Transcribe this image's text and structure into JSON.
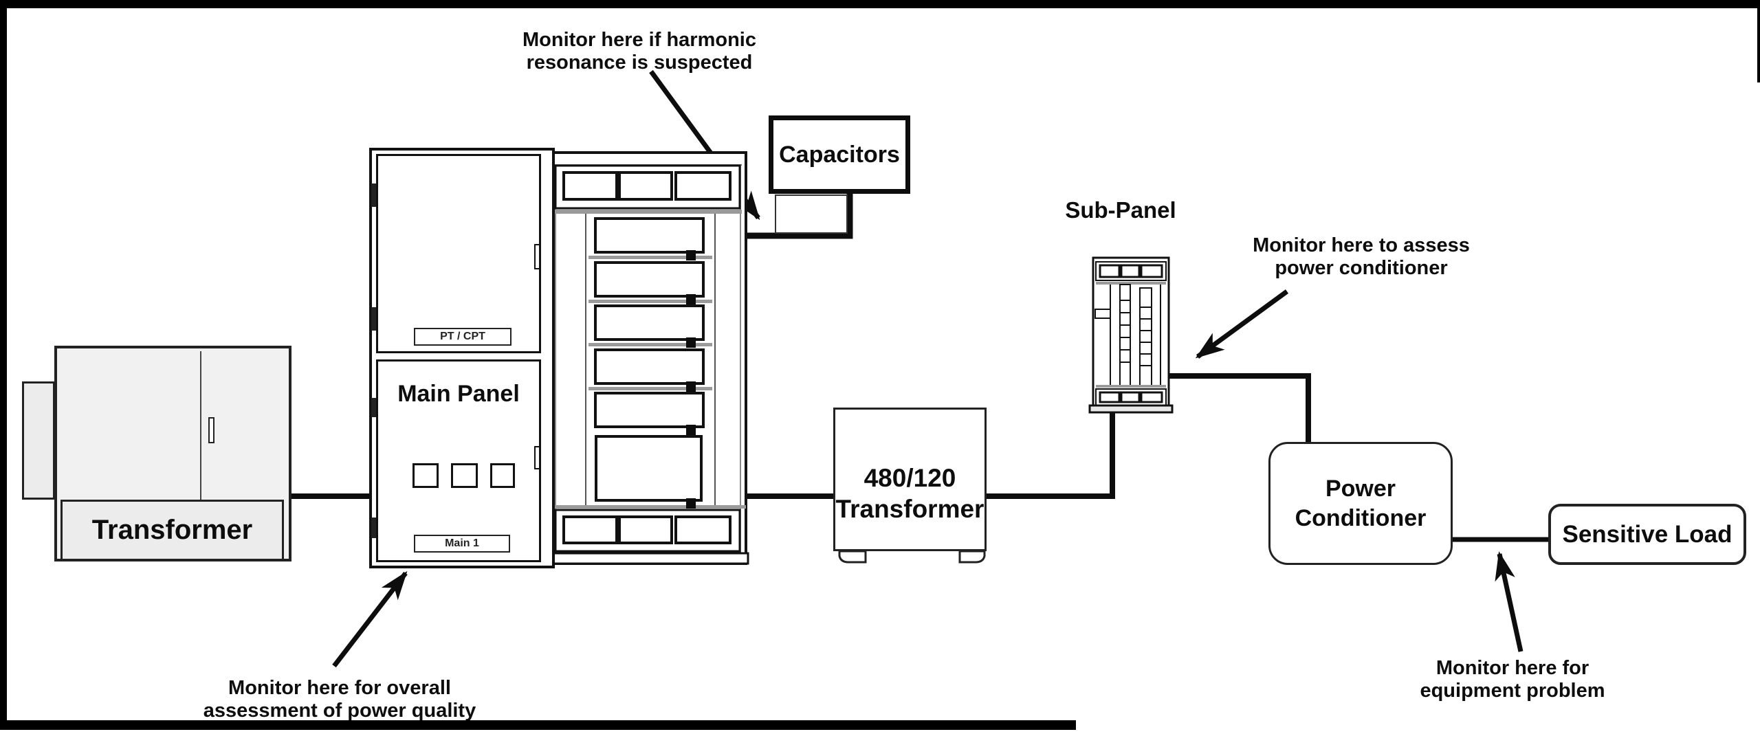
{
  "annotations": {
    "harmonic": {
      "line1": "Monitor here if harmonic",
      "line2": "resonance is suspected"
    },
    "power_conditioner": {
      "line1": "Monitor here to assess",
      "line2": "power conditioner"
    },
    "equipment": {
      "line1": "Monitor here for",
      "line2": "equipment problem"
    },
    "power_quality": {
      "line1": "Monitor here for overall",
      "line2": "assessment of power quality"
    }
  },
  "components": {
    "utility_transformer": {
      "label": "Transformer"
    },
    "main_panel": {
      "title": "Main Panel",
      "pt_cpt_label": "PT / CPT",
      "main_breaker_label": "Main 1"
    },
    "capacitors": {
      "label": "Capacitors"
    },
    "step_transformer": {
      "line1": "480/120",
      "line2": "Transformer"
    },
    "sub_panel": {
      "label": "Sub-Panel"
    },
    "power_conditioner": {
      "line1": "Power",
      "line2": "Conditioner"
    },
    "sensitive_load": {
      "label": "Sensitive Load"
    }
  },
  "colors": {
    "ink": "#111111",
    "cabinet_fill": "#f1f1f1",
    "base_fill": "#ececec",
    "separator_gray": "#9a9a9a",
    "frame_black": "#000000"
  }
}
